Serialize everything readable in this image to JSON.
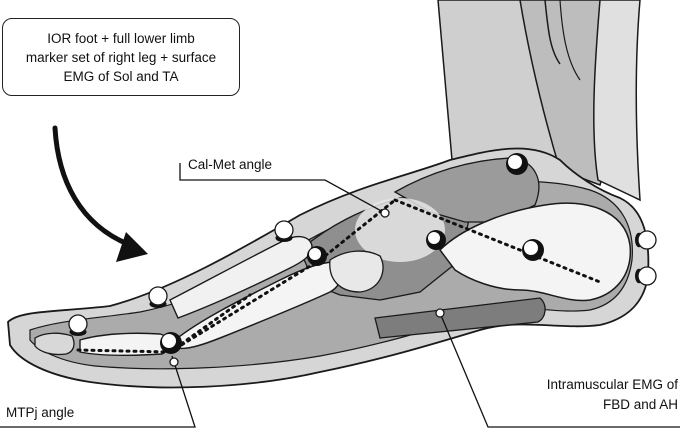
{
  "callout": {
    "lines": [
      "IOR foot + full lower limb",
      "marker set of right leg + surface",
      "EMG of Sol and TA"
    ]
  },
  "labels": {
    "cal_met_angle": "Cal-Met angle",
    "intramuscular_line1": "Intramuscular EMG of",
    "intramuscular_line2": "FBD and AH",
    "mtpj_angle": "MTPj angle"
  },
  "colors": {
    "outline": "#1a1a1a",
    "skin": "#d6d6d6",
    "soft_tissue": "#a6a6a6",
    "bone_dark": "#8f8f8f",
    "bone_light": "#f4f4f4",
    "muscle": "#7d7d7d",
    "marker_fill": "#ffffff",
    "marker_base": "#111111"
  }
}
